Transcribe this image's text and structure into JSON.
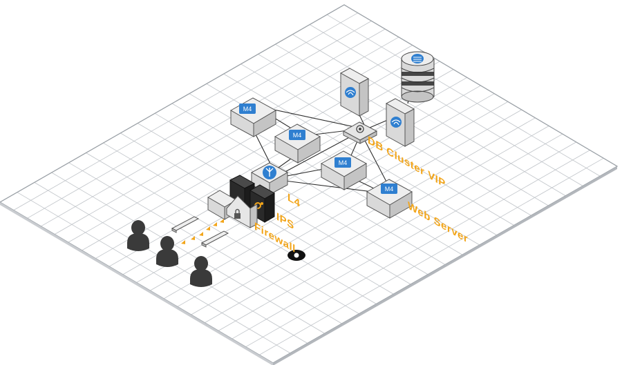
{
  "labels": {
    "db_cluster_vip": "DB Cluster VIP",
    "l4": "L4",
    "ips": "IPS",
    "firewall": "Firewall",
    "web_server": "Web Server"
  },
  "server_badge": "M4",
  "colors": {
    "grid_line": "#bfc3c8",
    "floor": "#ffffff",
    "label": "#f2a51a",
    "badge": "#2f7fd0",
    "box_top": "#eeeeee",
    "box_left": "#d9d9d9",
    "box_right": "#c4c4c4",
    "dark_device": "#2a2a2a",
    "user": "#3a3a3a"
  },
  "icons": [
    "server-icon",
    "database-icon",
    "load-balancer-icon",
    "router-icon",
    "firewall-icon",
    "lock-icon",
    "user-icon",
    "camera-icon"
  ]
}
